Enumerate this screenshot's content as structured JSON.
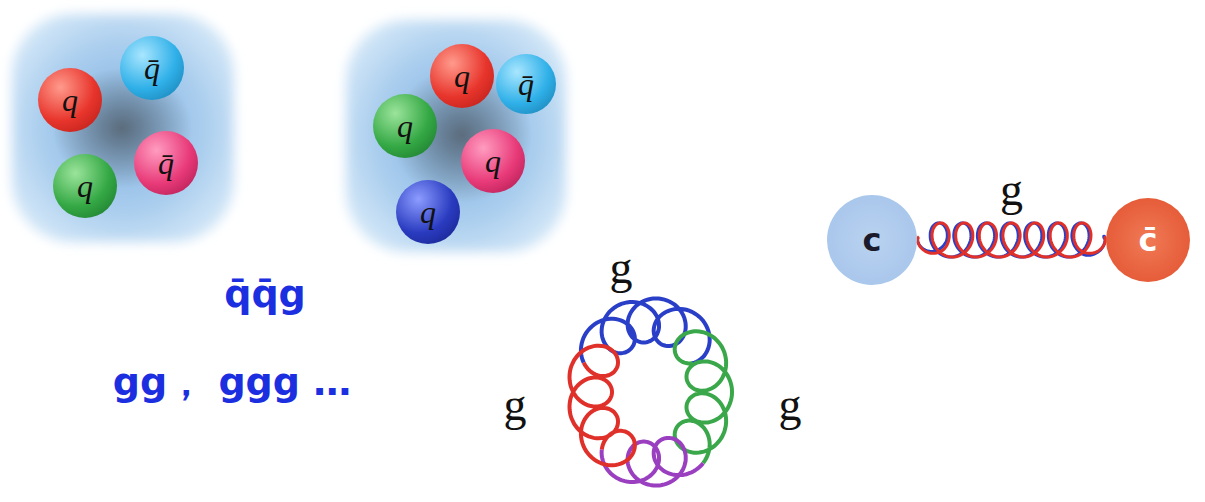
{
  "diagram": {
    "nodes": [
      {
        "text": [
          "q"
        ]
      },
      {
        "text": [
          "q̄"
        ]
      },
      {
        "text": [
          "q"
        ]
      },
      {
        "text": [
          "q̄"
        ]
      },
      {
        "text": [
          "q"
        ]
      },
      {
        "text": [
          "q̄"
        ]
      },
      {
        "text": [
          "q"
        ]
      },
      {
        "text": [
          "q"
        ]
      },
      {
        "text": [
          "q"
        ]
      },
      {
        "text": [
          "c"
        ]
      },
      {
        "text": [
          "c̄"
        ]
      }
    ],
    "edges": [
      {
        "from": 9,
        "to": 10,
        "arrow": "none",
        "label": "g"
      }
    ],
    "labels": [
      "q̄q̄g",
      "gg， ggg …",
      "g",
      "g",
      "g"
    ]
  }
}
